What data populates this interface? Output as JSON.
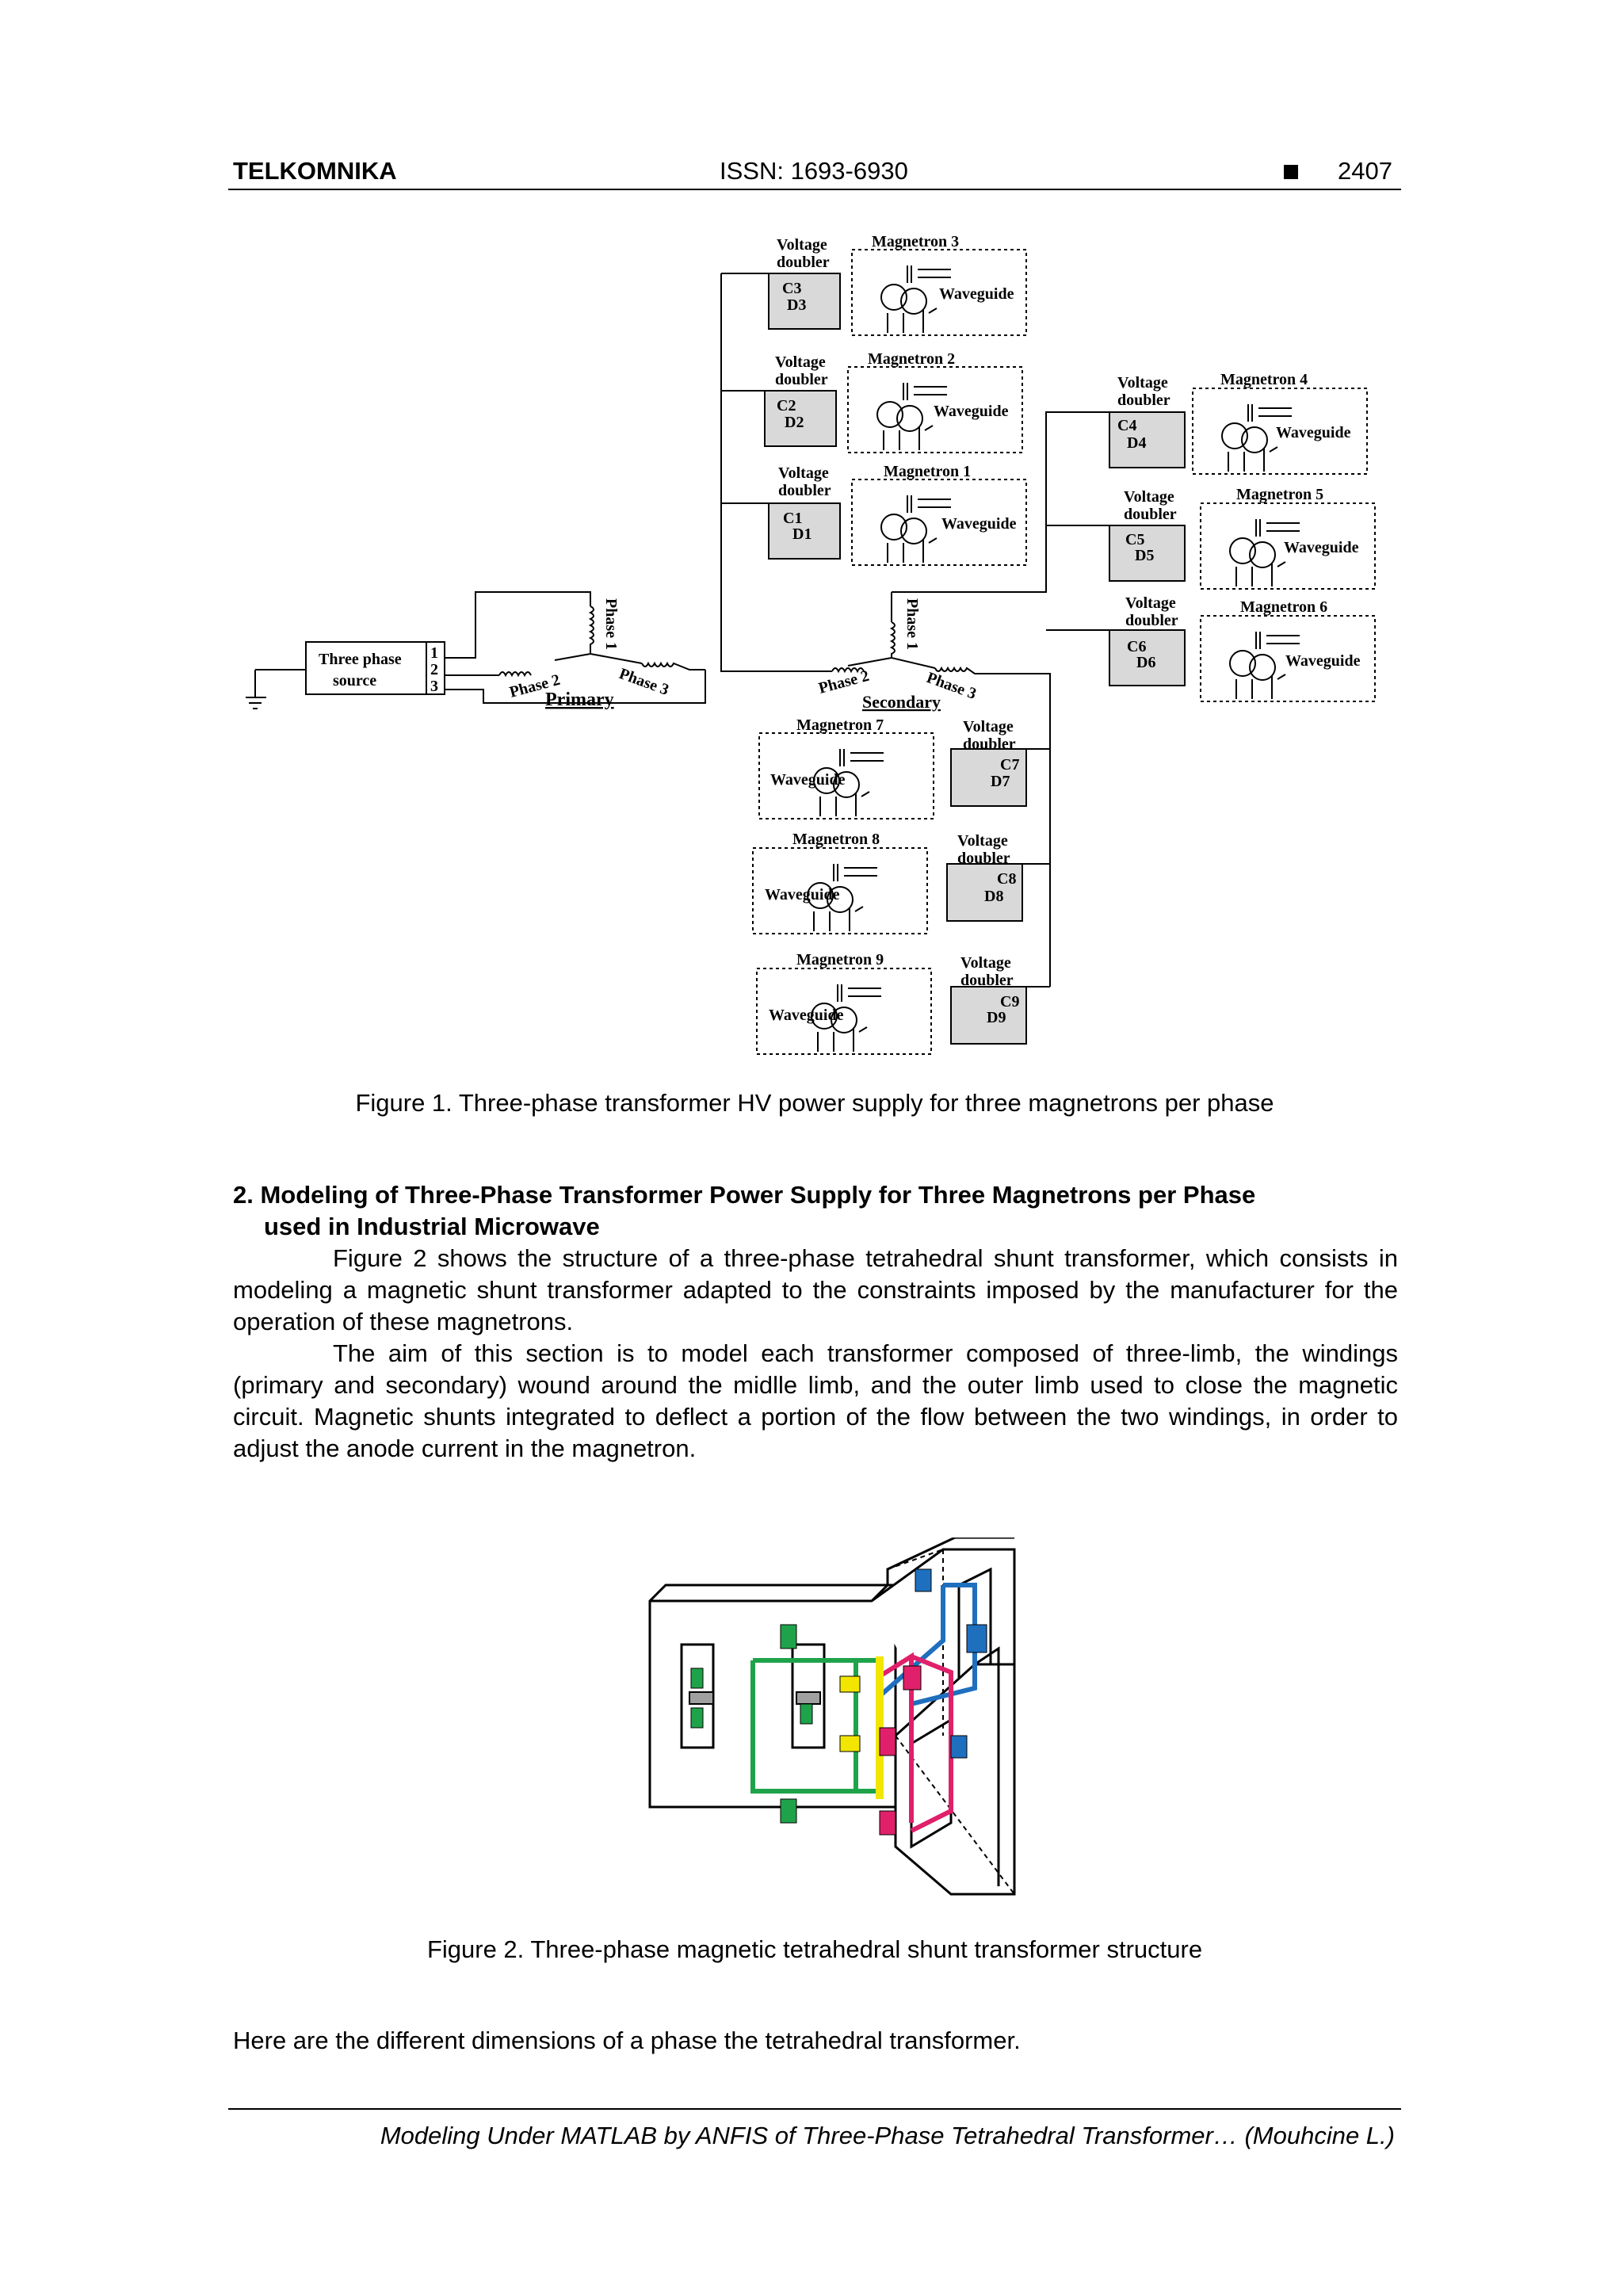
{
  "header": {
    "journal": "TELKOMNIKA",
    "issn": "ISSN: 1693-6930",
    "page": "2407"
  },
  "figure1": {
    "caption": "Figure 1. Three-phase transformer HV power supply for three magnetrons per phase",
    "source_label": "Three phase source",
    "source_line1": "Three phase",
    "source_line2": "source",
    "terminal_1": "1",
    "terminal_2": "2",
    "terminal_3": "3",
    "primary_label": "Primary",
    "secondary_label": "Secondary",
    "phase1_label": "Phase 1",
    "phase2_label": "Phase 2",
    "phase3_label": "Phase 3",
    "voltage_doubler_line1": "Voltage",
    "voltage_doubler_line2": "doubler",
    "waveguide_label": "Waveguide",
    "magnetrons": [
      "Magnetron 1",
      "Magnetron 2",
      "Magnetron 3",
      "Magnetron 4",
      "Magnetron 5",
      "Magnetron 6",
      "Magnetron 7",
      "Magnetron 8",
      "Magnetron 9"
    ],
    "capacitors": [
      "C1",
      "C2",
      "C3",
      "C4",
      "C5",
      "C6",
      "C7",
      "C8",
      "C9"
    ],
    "diodes": [
      "D1",
      "D2",
      "D3",
      "D4",
      "D5",
      "D6",
      "D7",
      "D8",
      "D9"
    ]
  },
  "section": {
    "heading_line1": "2. Modeling of Three-Phase Transformer Power Supply for Three Magnetrons per Phase",
    "heading_line2": "used in Industrial Microwave",
    "para1": "Figure 2 shows the structure of a three-phase tetrahedral shunt transformer, which consists in modeling a magnetic shunt transformer adapted to the constraints imposed by the manufacturer for the operation of these magnetrons.",
    "para2": "The aim of this section is to model each transformer composed of three-limb, the windings (primary and secondary) wound around the midlle limb, and the outer limb used to close the magnetic circuit. Magnetic shunts integrated to deflect a portion of the flow between the two windings, in order to adjust the anode current in the magnetron."
  },
  "figure2": {
    "caption": "Figure 2. Three-phase magnetic tetrahedral shunt transformer structure",
    "colors": {
      "green": "#1fa34a",
      "blue": "#1f6fbf",
      "magenta": "#e0206a",
      "yellow": "#f2e600"
    }
  },
  "closing_text": "Here are the different dimensions of a phase the tetrahedral transformer.",
  "footer": "Modeling Under MATLAB by ANFIS of Three-Phase Tetrahedral Transformer… (Mouhcine L.)"
}
